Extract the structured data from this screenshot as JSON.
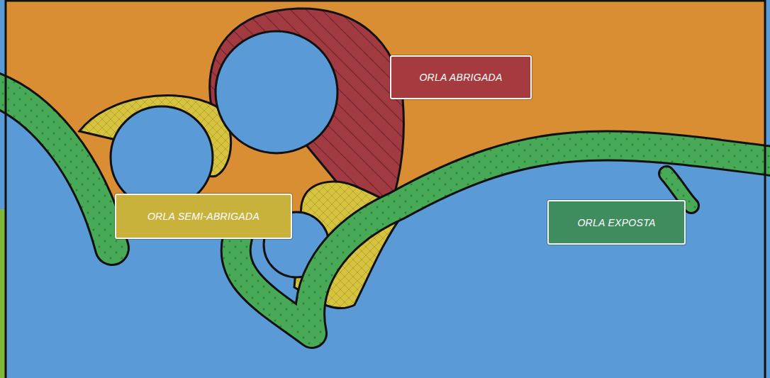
{
  "diagram": {
    "nodes": [
      {
        "text": [
          "ORLA ABRIGADA"
        ]
      },
      {
        "text": [
          "ORLA SEMI-ABRIGADA"
        ]
      },
      {
        "text": [
          "ORLA EXPOSTA"
        ]
      }
    ]
  }
}
